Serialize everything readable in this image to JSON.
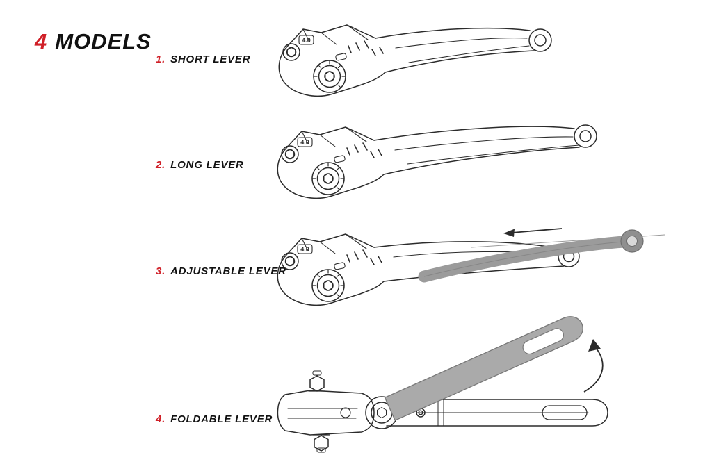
{
  "title": {
    "number": "4",
    "word": "MODELS"
  },
  "models": [
    {
      "number": "1.",
      "label": "SHORT LEVER"
    },
    {
      "number": "2.",
      "label": "LONG LEVER"
    },
    {
      "number": "3.",
      "label": "ADJUSTABLE LEVER"
    },
    {
      "number": "4.",
      "label": "FOLDABLE LEVER"
    }
  ],
  "illustrations": {
    "dial_label": "4.0"
  },
  "colors": {
    "accent_red": "#d01f27",
    "text_black": "#111111",
    "line_ink": "#2b2b2b",
    "overlay_gray": "#9b9b9b",
    "overlay_gray_dark": "#787878"
  }
}
